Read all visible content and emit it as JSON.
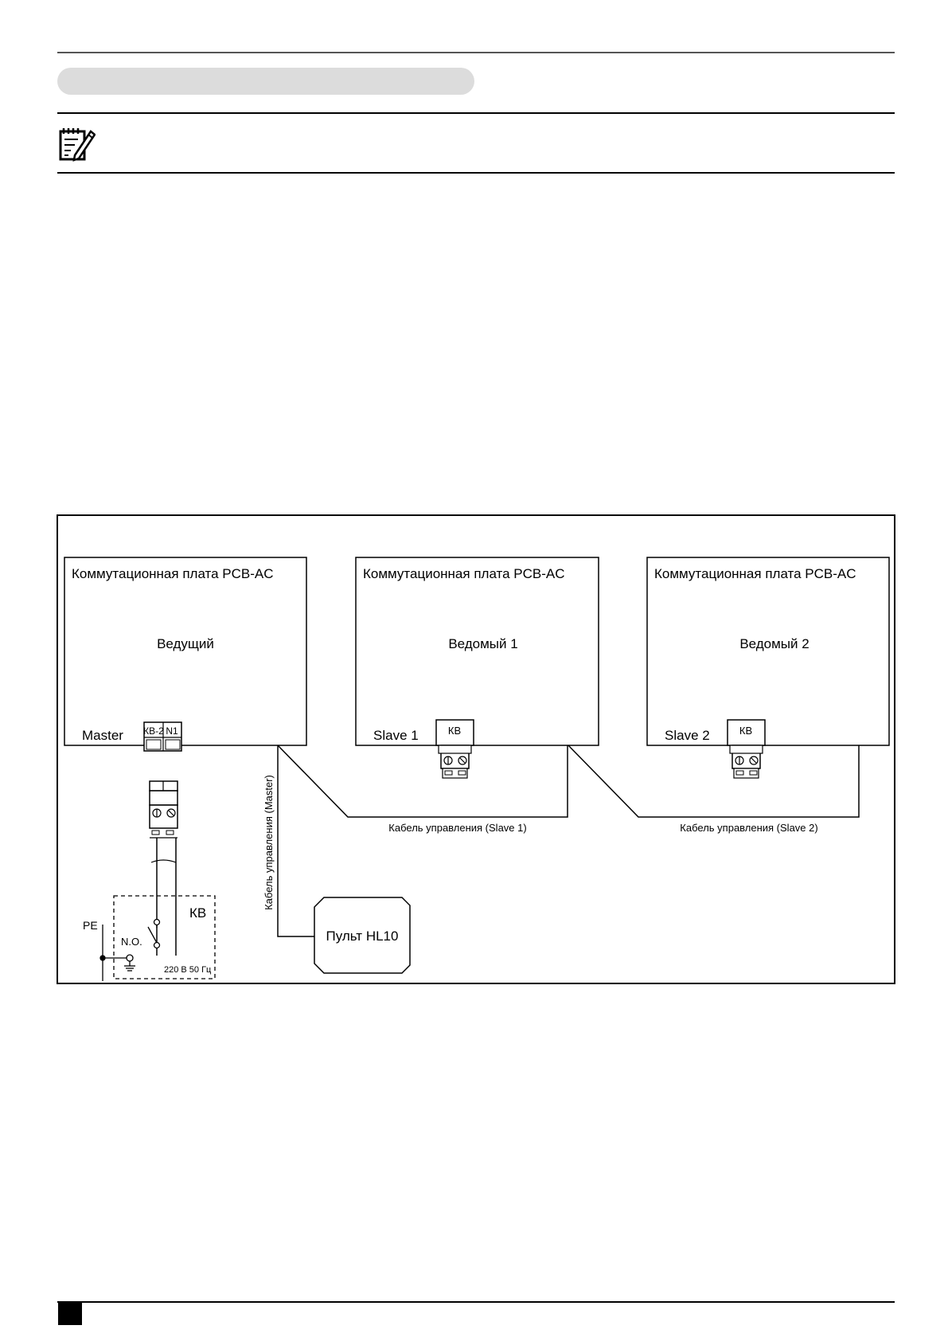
{
  "diagram": {
    "boards": [
      {
        "title": "Коммутационная плата PCB-AC",
        "role": "Ведущий",
        "port": "Master",
        "terminal": [
          "КВ-2",
          "N1"
        ]
      },
      {
        "title": "Коммутационная плата PCB-AC",
        "role": "Ведомый 1",
        "port": "Slave 1",
        "terminal": [
          "КВ"
        ]
      },
      {
        "title": "Коммутационная плата PCB-AC",
        "role": "Ведомый 2",
        "port": "Slave 2",
        "terminal": [
          "КВ"
        ]
      }
    ],
    "cables": {
      "master": "Кабель управления (Master)",
      "slave1": "Кабель управления (Slave 1)",
      "slave2": "Кабель управления (Slave 2)"
    },
    "remote": "Пульт HL10",
    "switch_box": {
      "label": "КВ",
      "contact": "N.O.",
      "supply": "220 В 50 Гц",
      "ground": "PE"
    }
  }
}
